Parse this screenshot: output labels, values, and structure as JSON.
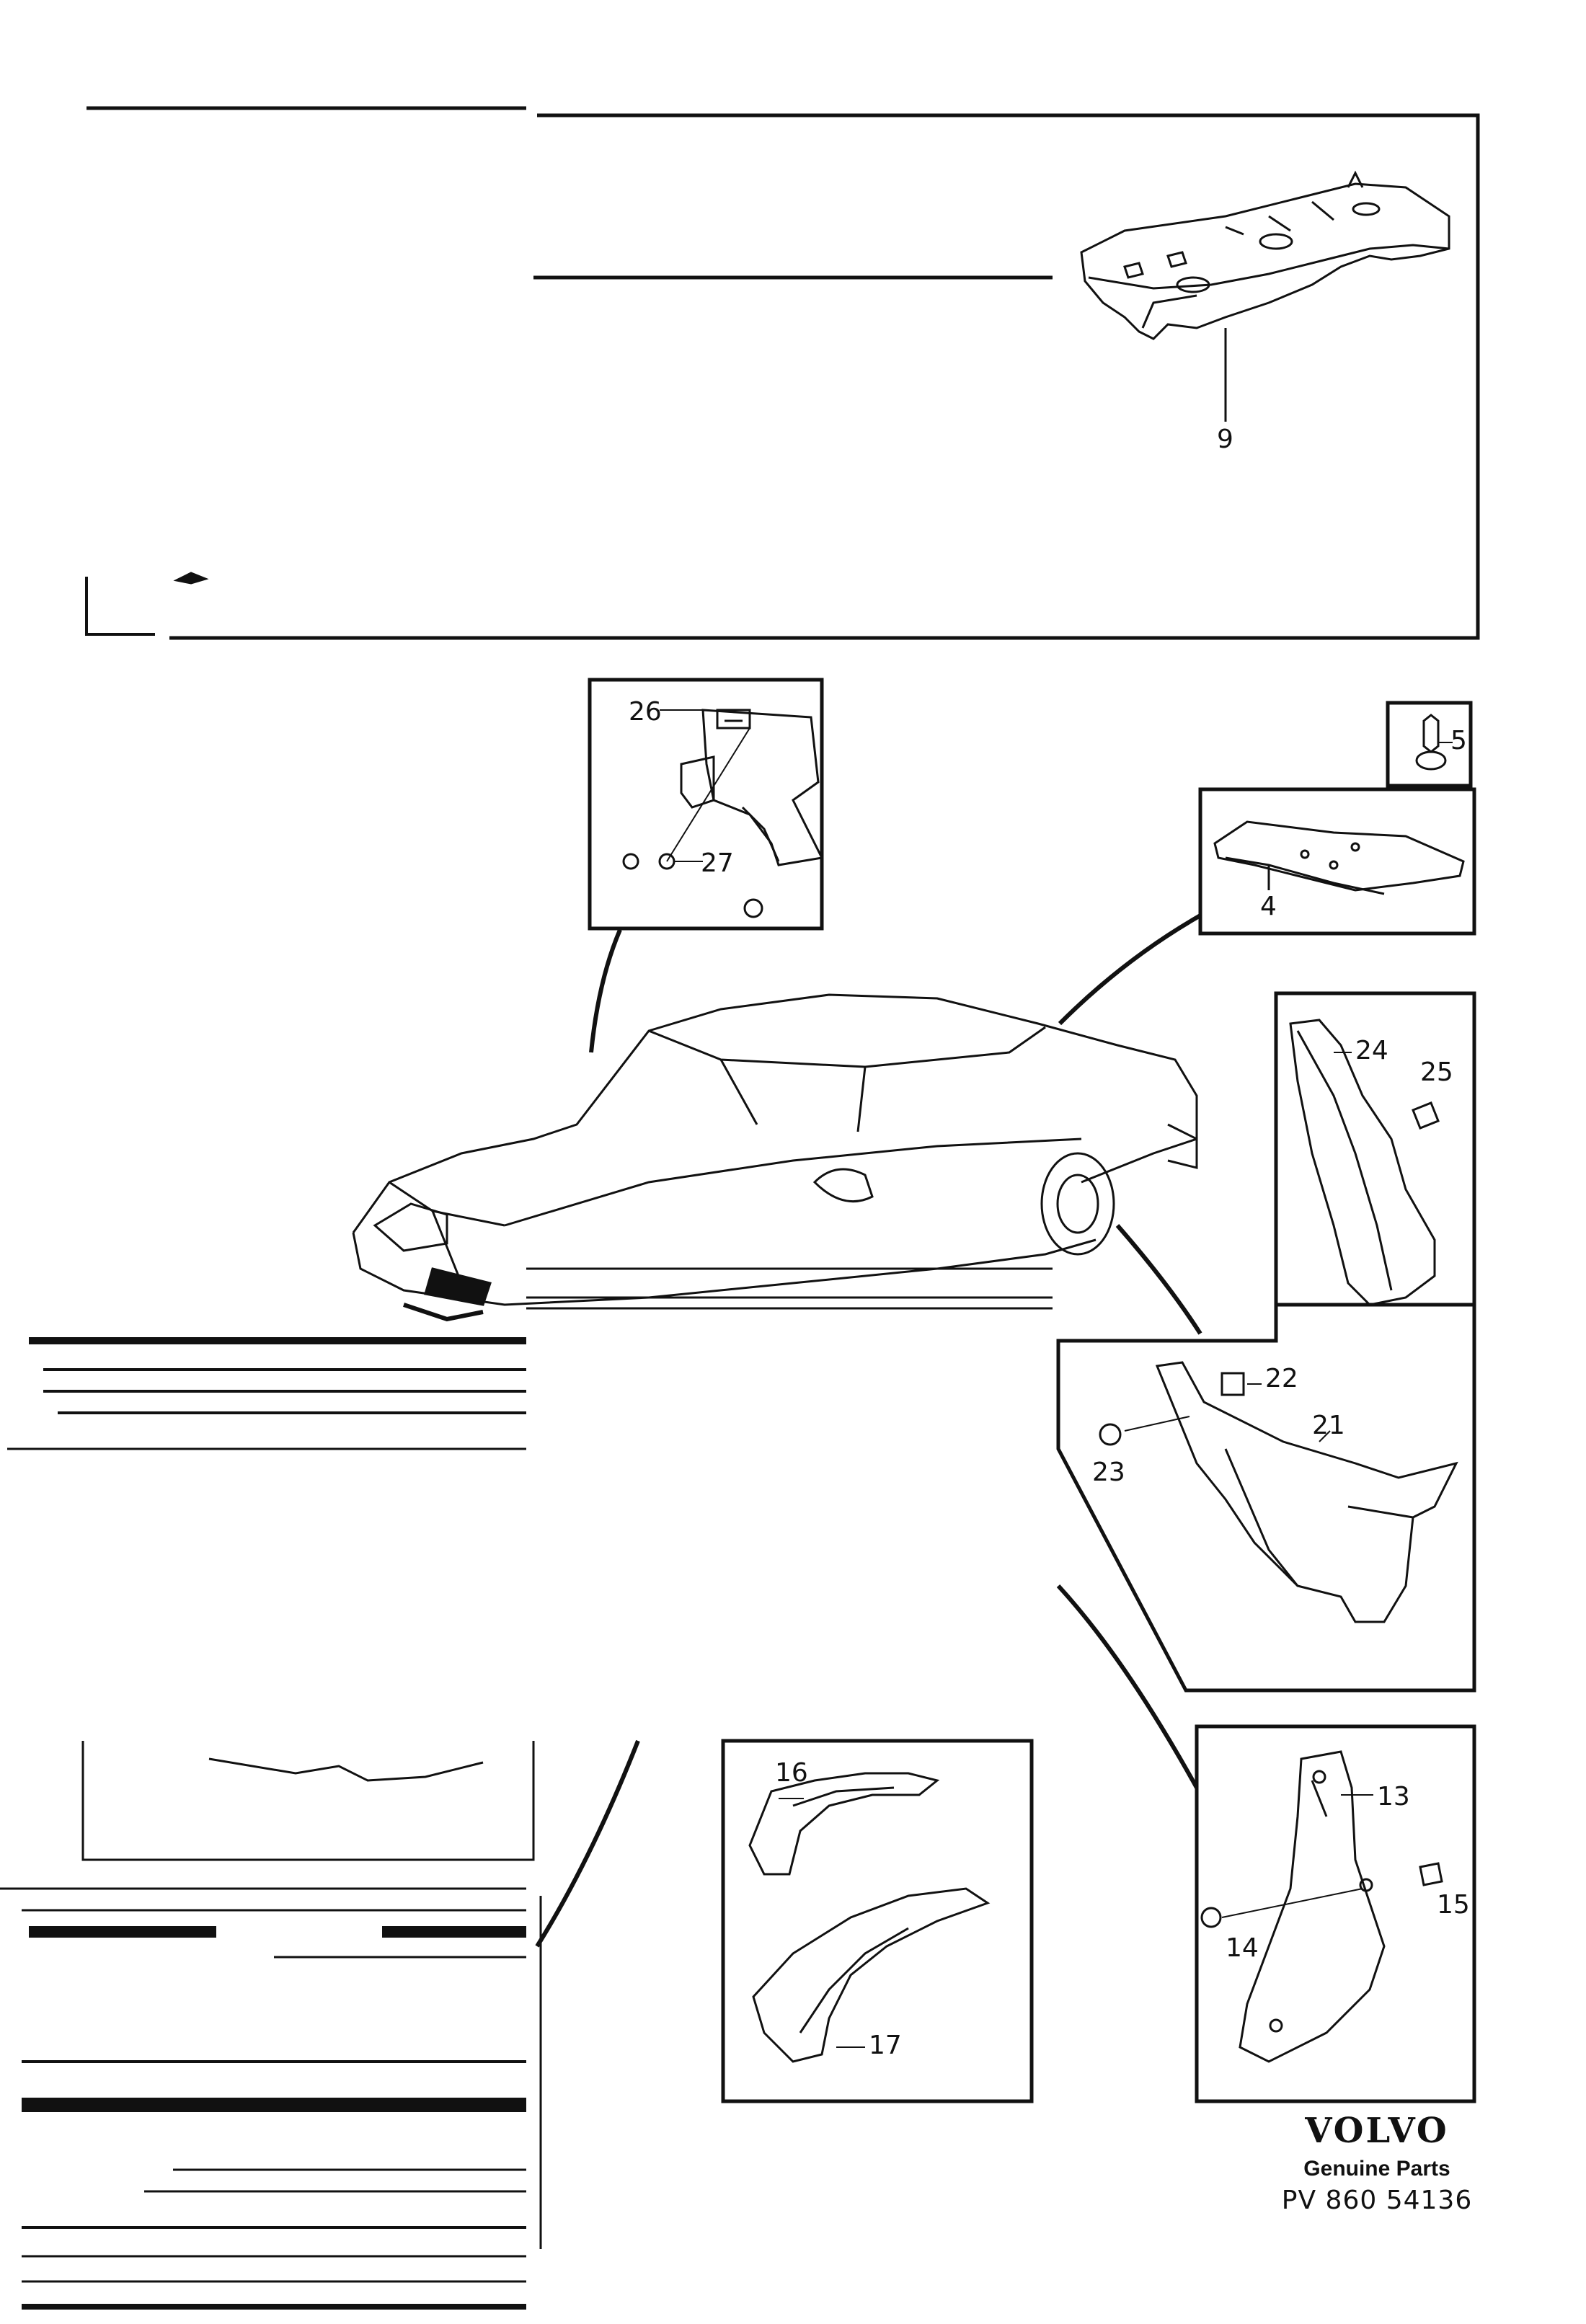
{
  "callouts": {
    "c9": "9",
    "c26": "26",
    "c27": "27",
    "c5": "5",
    "c4": "4",
    "c24": "24",
    "c25": "25",
    "c22": "22",
    "c21": "21",
    "c23": "23",
    "c16": "16",
    "c17": "17",
    "c13": "13",
    "c14": "14",
    "c15": "15"
  },
  "brand": {
    "logo": "VOLVO",
    "subtitle": "Genuine Parts",
    "code": "PV 860 54136"
  },
  "colors": {
    "ink": "#111111",
    "paper": "#ffffff"
  }
}
